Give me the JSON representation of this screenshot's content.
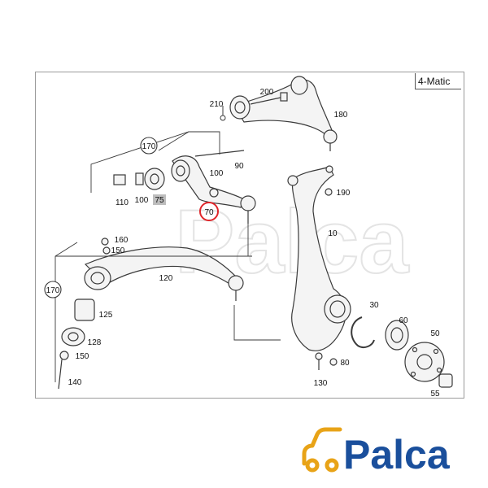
{
  "diagram": {
    "variant": "4-Matic",
    "highlighted_part": "70",
    "highlight_color": "#e0262a",
    "line_color": "#3a3a3a",
    "shaded_label_color": "#bdbdbd",
    "callouts": [
      "200",
      "210",
      "180",
      "170",
      "100",
      "90",
      "110",
      "100",
      "75",
      "70",
      "190",
      "160",
      "150",
      "10",
      "170",
      "120",
      "125",
      "128",
      "150",
      "140",
      "30",
      "60",
      "50",
      "80",
      "130",
      "55"
    ],
    "shaded_callout": "75"
  },
  "watermark": {
    "text": "Palca"
  },
  "logo": {
    "text": "Palca",
    "icon": "car-icon",
    "text_color": "#1a4f9c",
    "icon_color": "#e8a317"
  }
}
